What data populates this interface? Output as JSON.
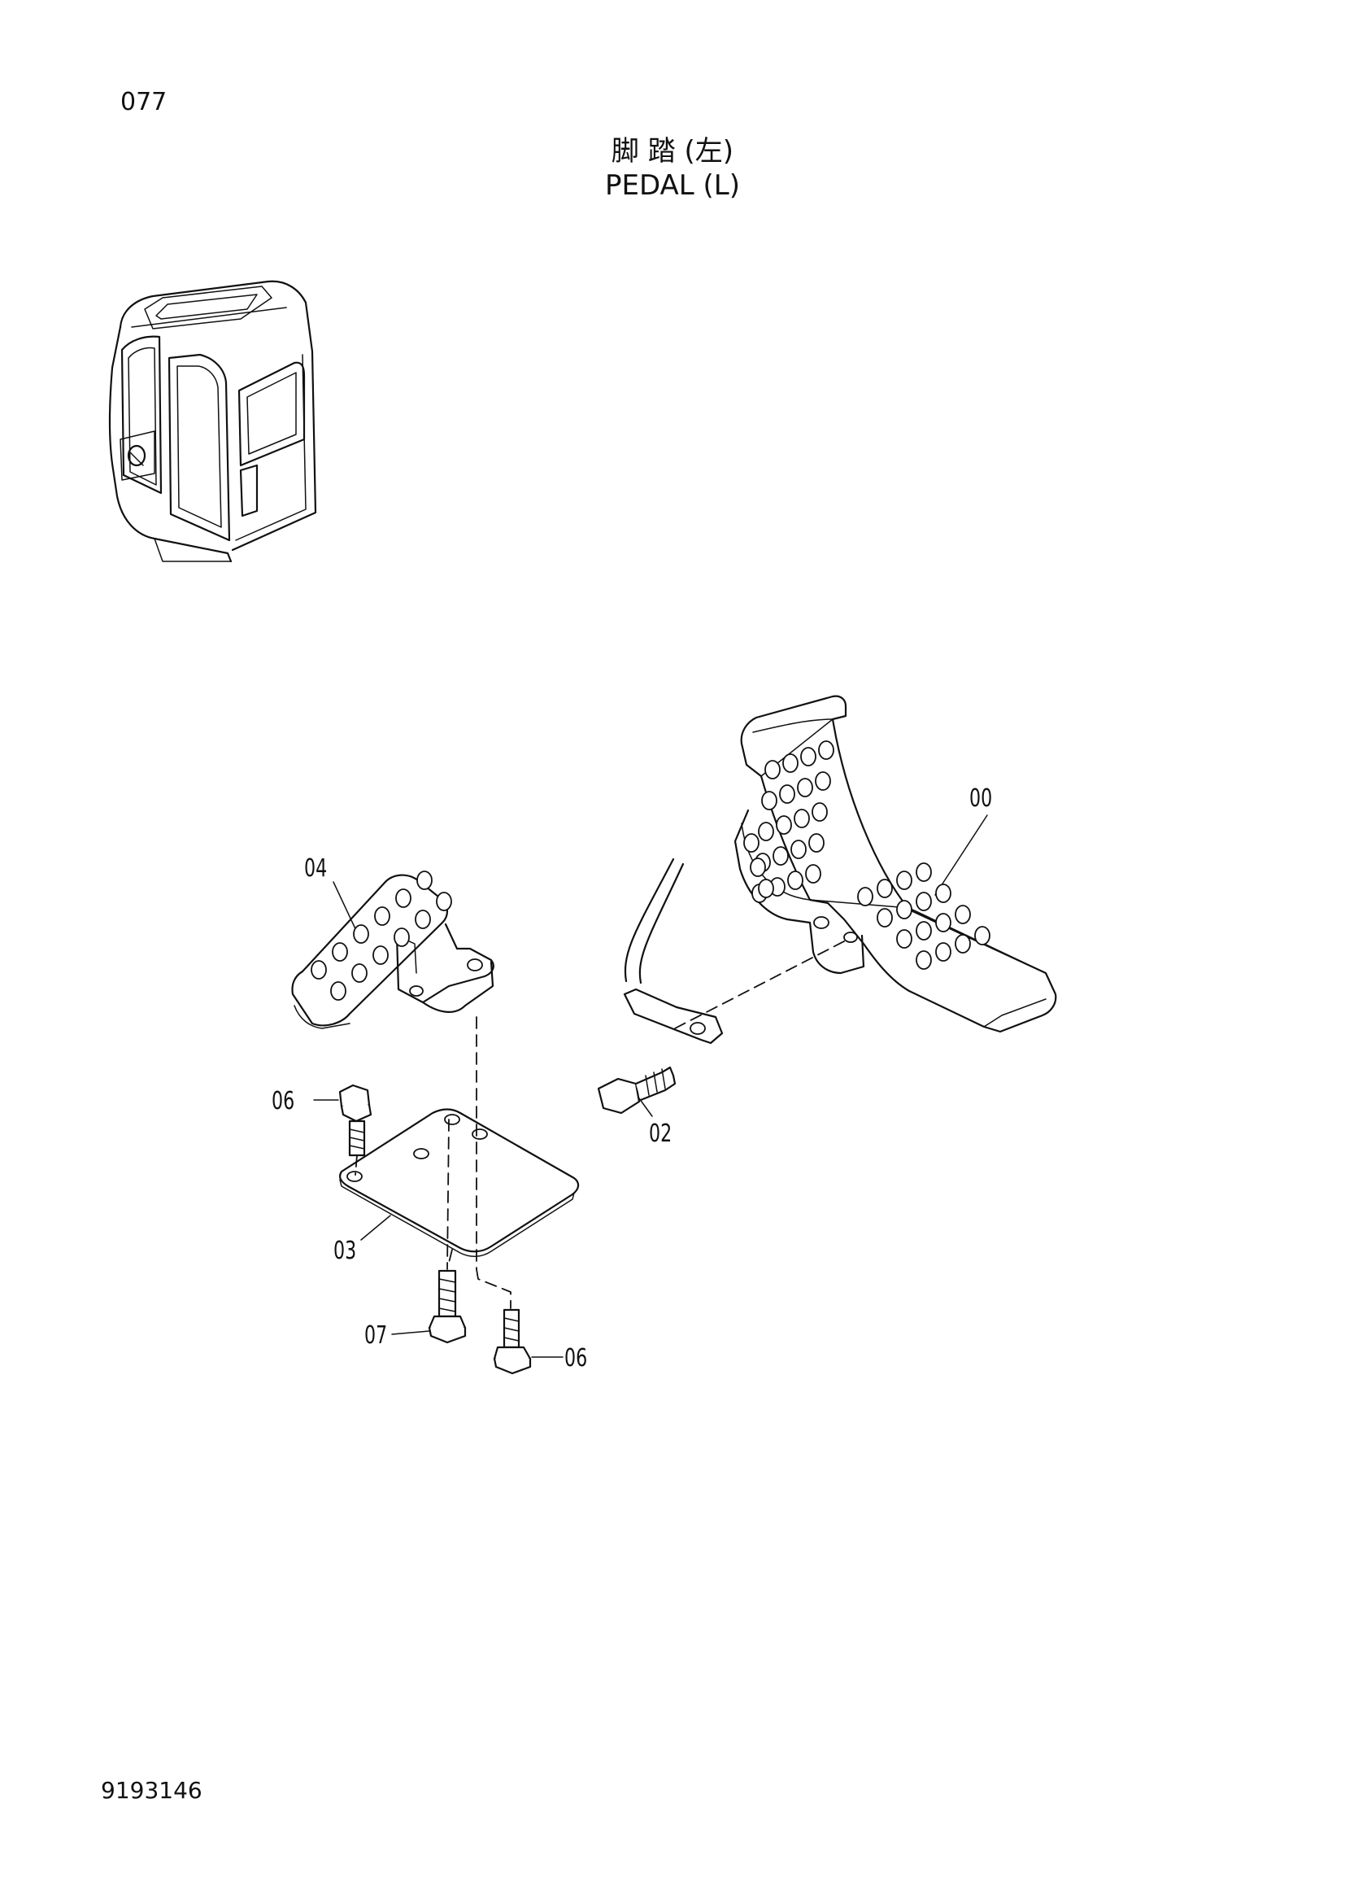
{
  "page_number": "077",
  "title_cn": "脚 踏 (左)",
  "title_en": "PEDAL (L)",
  "document_id": "9193146",
  "callouts": [
    "00",
    "02",
    "03",
    "04",
    "06",
    "07",
    "06"
  ],
  "icons": [
    "cab-overview-icon",
    "pedal-assembly-drawing"
  ],
  "colors": {
    "ink": "#111111",
    "paper": "#ffffff"
  }
}
